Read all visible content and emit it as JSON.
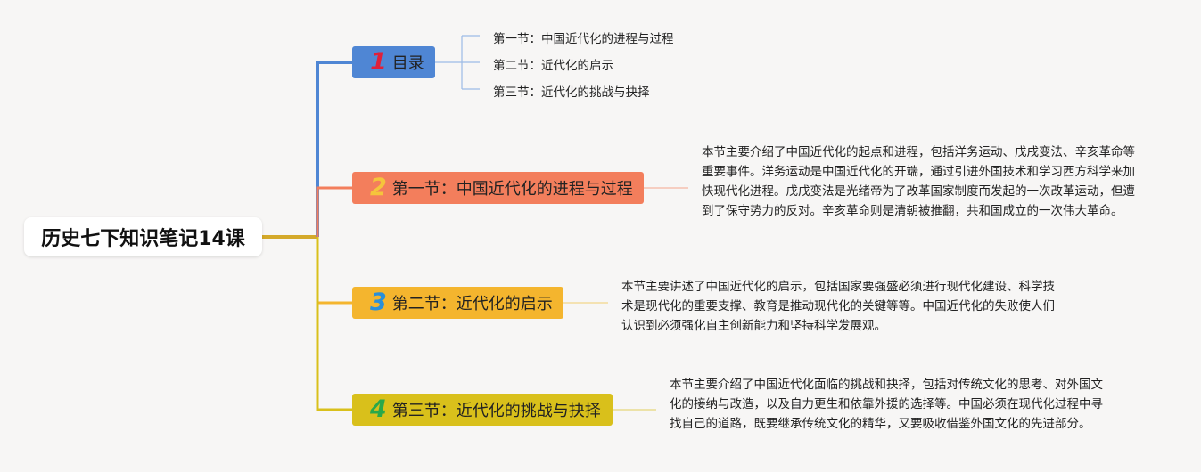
{
  "root": {
    "title": "历史七下知识笔记14课"
  },
  "colors": {
    "toc": "#4f86d4",
    "section1": "#f37e5c",
    "section2": "#f4b52e",
    "section3": "#d9c01b",
    "root_link": "#d4a92a",
    "background": "#f7f6f5"
  },
  "topics": [
    {
      "number": "1",
      "number_color": "#e0203a",
      "label": "目录"
    },
    {
      "number": "2",
      "number_color": "#f5c43c",
      "label": "第一节：中国近代化的进程与过程"
    },
    {
      "number": "3",
      "number_color": "#2a8fd9",
      "label": "第二节：近代化的启示"
    },
    {
      "number": "4",
      "number_color": "#2aa84a",
      "label": "第三节：近代化的挑战与抉择"
    }
  ],
  "toc_items": [
    "第一节：中国近代化的进程与过程",
    "第二节：近代化的启示",
    "第三节：近代化的挑战与抉择"
  ],
  "notes": [
    "本节主要介绍了中国近代化的起点和进程，包括洋务运动、戊戌变法、辛亥革命等重要事件。洋务运动是中国近代化的开端，通过引进外国技术和学习西方科学来加快现代化进程。戊戌变法是光绪帝为了改革国家制度而发起的一次改革运动，但遭到了保守势力的反对。辛亥革命则是清朝被推翻，共和国成立的一次伟大革命。",
    "本节主要讲述了中国近代化的启示，包括国家要强盛必须进行现代化建设、科学技术是现代化的重要支撑、教育是推动现代化的关键等等。中国近代化的失败使人们认识到必须强化自主创新能力和坚持科学发展观。",
    "本节主要介绍了中国近代化面临的挑战和抉择，包括对传统文化的思考、对外国文化的接纳与改造，以及自力更生和依靠外援的选择等。中国必须在现代化过程中寻找自己的道路，既要继承传统文化的精华，又要吸收借鉴外国文化的先进部分。"
  ]
}
